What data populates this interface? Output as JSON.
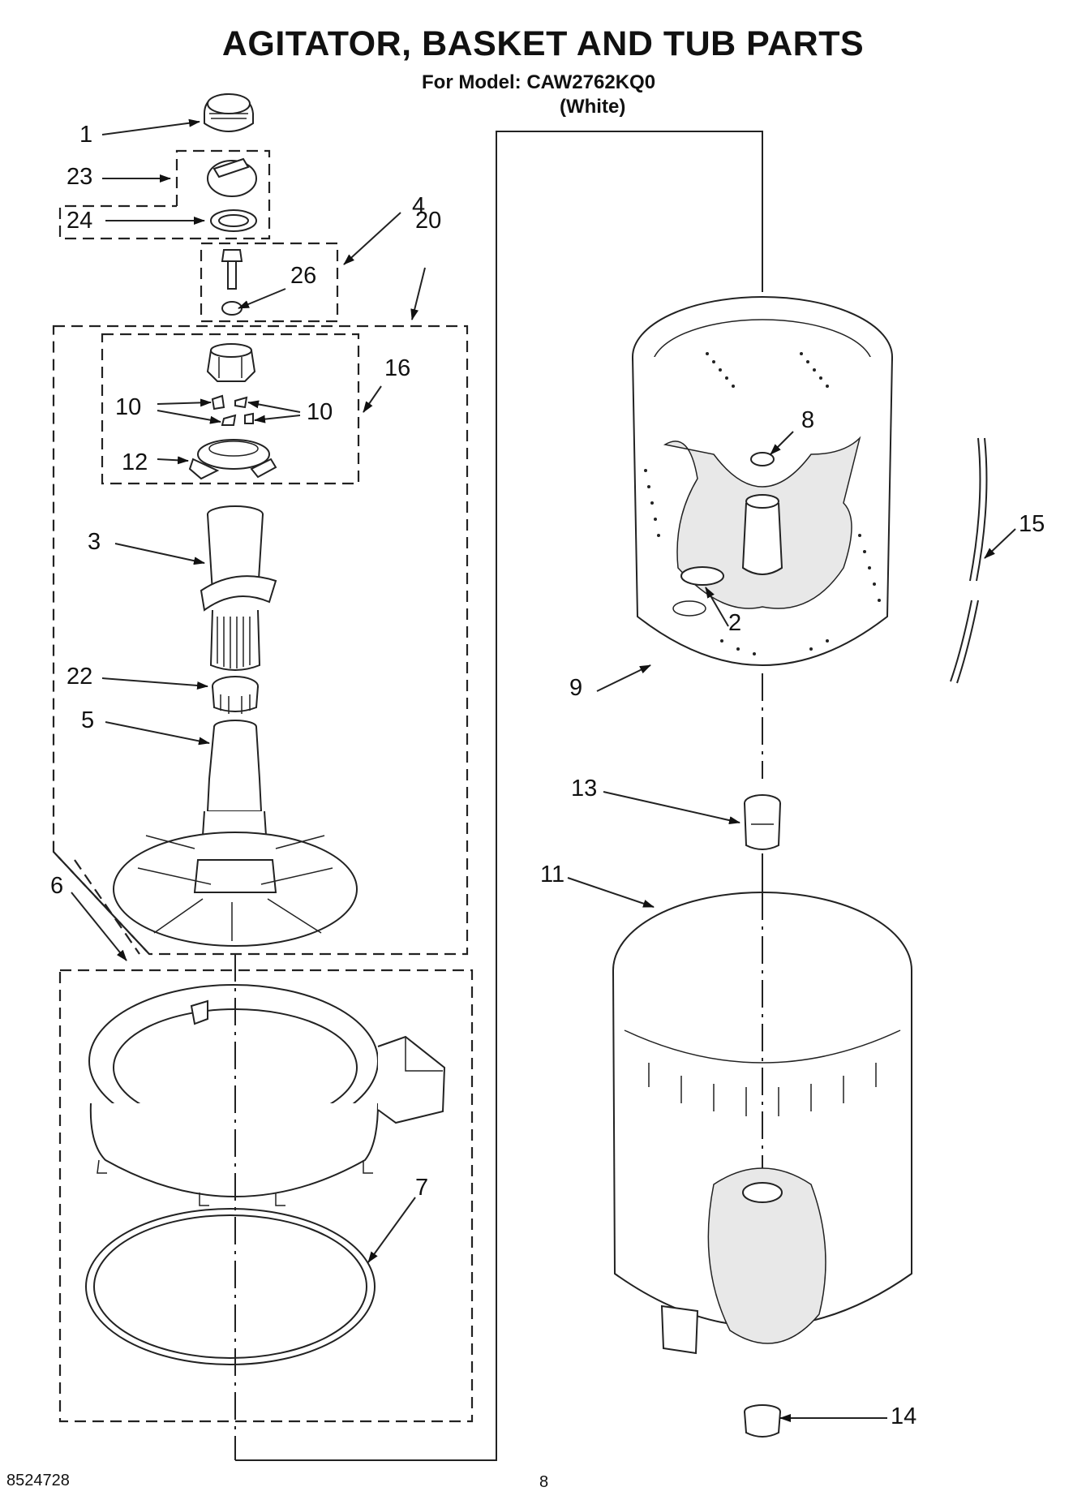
{
  "header": {
    "title": "AGITATOR, BASKET AND TUB PARTS",
    "model_line": "For Model: CAW2762KQ0",
    "color_line": "(White)"
  },
  "callouts": {
    "c1": "1",
    "c23": "23",
    "c24": "24",
    "c4": "4",
    "c20": "20",
    "c26": "26",
    "c16": "16",
    "c10a": "10",
    "c10b": "10",
    "c12": "12",
    "c3": "3",
    "c22": "22",
    "c5": "5",
    "c6": "6",
    "c7": "7",
    "c8": "8",
    "c15": "15",
    "c2": "2",
    "c9": "9",
    "c13": "13",
    "c11": "11",
    "c14": "14"
  },
  "footer": {
    "doc_number": "8524728",
    "page_number": "8"
  }
}
